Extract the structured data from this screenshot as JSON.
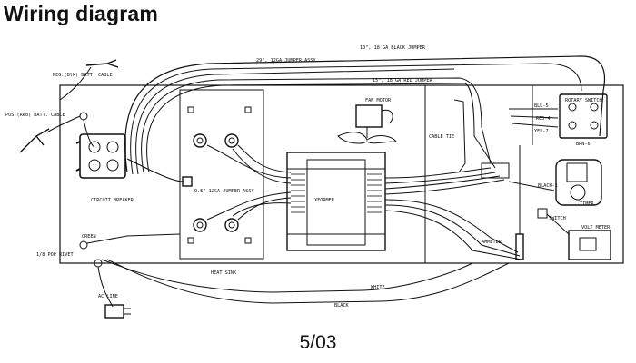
{
  "title": "Wiring diagram",
  "footer_date": "5/03",
  "labels": {
    "neg_cable": "NEG.(Blk) BATT. CABLE",
    "pos_cable": "POS.(Red) BATT. CABLE",
    "circuit_breaker": "CIRCUIT BREAKER",
    "jumper_29": "29\", 12GA JUMPER ASSY",
    "jumper_10": "10\", 18 GA BLACK JUMPER",
    "jumper_15": "15\", 18 GA RED JUMPER",
    "jumper_9": "9.5\" 12GA JUMPER ASSY",
    "fan_motor": "FAN MOTOR",
    "xformer": "XFORMER",
    "cable_tie": "CABLE TIE",
    "rotary_switch": "ROTARY SWITCH",
    "blu5": "BLU-5",
    "red4": "RED-4",
    "yel7": "YEL-7",
    "brn6": "BRN-6",
    "black1": "BLACK-1",
    "timer": "TIMER",
    "switch": "SWITCH",
    "volt_meter": "VOLT METER",
    "ammeter": "AMMETER",
    "green": "GREEN",
    "pop_rivet": "1/8 POP RIVET",
    "heat_sink": "HEAT SINK",
    "ac_line": "AC LINE",
    "white": "WHITE",
    "black": "BLACK"
  }
}
